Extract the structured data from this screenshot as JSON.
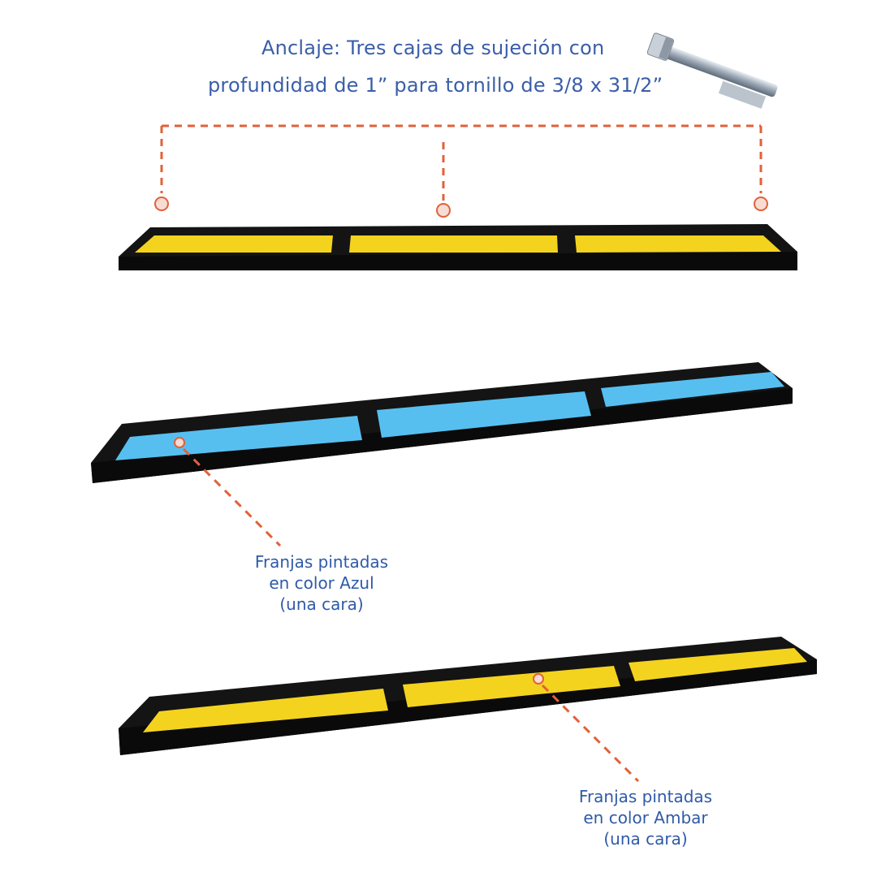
{
  "header": {
    "line1": "Anclaje: Tres cajas de sujeción con",
    "line2": "profundidad de 1” para tornillo de 3/8 x 31/2”"
  },
  "callouts": {
    "blue": {
      "line1": "Franjas pintadas",
      "line2": "en color Azul",
      "line3": "(una cara)"
    },
    "amber": {
      "line1": "Franjas pintadas",
      "line2": "en color Ambar",
      "line3": "(una cara)"
    }
  },
  "colors": {
    "rubber": "#141414",
    "amber_stripe": "#f4d31f",
    "blue_stripe": "#57bff0",
    "leader": "#e0623a",
    "text": "#2f5aa8"
  },
  "icons": [
    "anchor-bolt-icon"
  ]
}
